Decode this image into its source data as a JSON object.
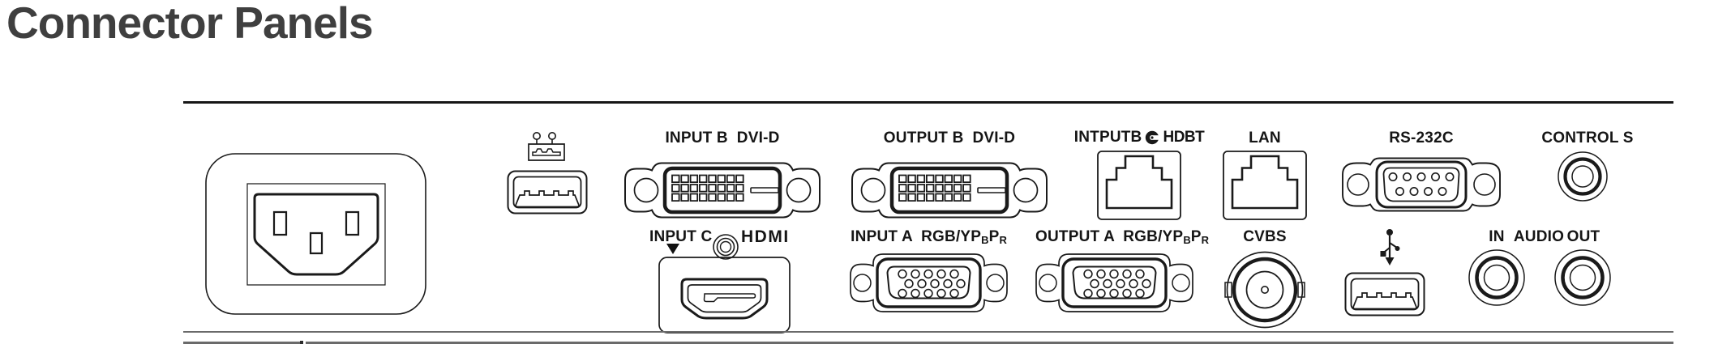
{
  "title": "Connector Panels",
  "panel": {
    "labels": {
      "input_b": "INPUT B  DVI-D",
      "output_b": "OUTPUT B  DVI-D",
      "hdbt_port": "INTPUTB",
      "hdbt_logo": "HDBT",
      "lan": "LAN",
      "rs232c": "RS-232C",
      "control_s": "CONTROL S",
      "input_c": "INPUT C",
      "hdmi_logo": "HDMI",
      "input_a_prefix": "INPUT A  RGB/YP",
      "output_a_prefix": "OUTPUT A  RGB/YP",
      "sub_b": "B",
      "p_mid": "P",
      "sub_r": "R",
      "cvbs": "CVBS",
      "audio_in": "IN",
      "audio": "AUDIO",
      "audio_out": "OUT"
    },
    "icons": {
      "usb_peripheral": "usb-peripheral-icon",
      "usb_trident": "usb-icon",
      "hdbaset_mark": "hdbaset-logo-icon"
    },
    "colors": {
      "line": "#1a1a1a",
      "title": "#3f3f3f",
      "bottom_rule": "#6a6a6a"
    }
  }
}
